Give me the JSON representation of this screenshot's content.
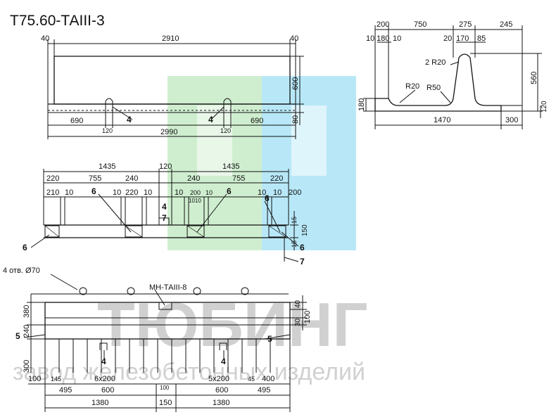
{
  "title": "Т75.60-ТАIII-3",
  "watermark": {
    "word": "ТЮБИНГ",
    "subtitle": "завод железобетонных изделий",
    "colors": {
      "green": "#cfeecf",
      "blue": "#b8e8f8",
      "gray": "#c8c8c8"
    }
  },
  "front_view": {
    "top_dims": [
      "40",
      "2910",
      "40"
    ],
    "height_dims": [
      "600",
      "80"
    ],
    "bottom_dims": [
      "690",
      "120",
      "690",
      "120"
    ],
    "total": "2990",
    "callouts": [
      "4",
      "4"
    ]
  },
  "section_view": {
    "top_dims": [
      "200",
      "750",
      "275",
      "245"
    ],
    "sub_dims_left": [
      "10",
      "180",
      "10"
    ],
    "sub_dims_right": [
      "20",
      "170",
      "85"
    ],
    "radii": [
      "2 R20",
      "R20",
      "R50"
    ],
    "height": "560",
    "left_height": "180",
    "right_height": "120",
    "bottom_dims": [
      "1470",
      "300"
    ]
  },
  "plan_upper": {
    "top_dims": [
      "1435",
      "120",
      "1435"
    ],
    "row2": [
      "220",
      "755",
      "240",
      "240",
      "755",
      "220"
    ],
    "row3": [
      "210",
      "10",
      "10",
      "220",
      "10",
      "10",
      "200",
      "10",
      "10",
      "10",
      "200"
    ],
    "small": "1010",
    "side_dims": [
      "15",
      "150",
      "15"
    ],
    "callouts": [
      "6",
      "6",
      "6",
      "6",
      "4",
      "7",
      "6",
      "7"
    ]
  },
  "plan_lower": {
    "holes_label": "4 отв. Ø70",
    "mesh_label": "МН-ТАIII-8",
    "side_dims": [
      "380",
      "240",
      "300",
      "40",
      "100",
      "30"
    ],
    "bottom_row1": [
      "100",
      "145",
      "6x200",
      "100",
      "5x200",
      "45",
      "400"
    ],
    "bottom_row2": [
      "495",
      "600",
      "600",
      "495"
    ],
    "bottom_row3": [
      "1380",
      "150",
      "1380"
    ],
    "callouts": [
      "5",
      "5",
      "4",
      "4"
    ]
  }
}
